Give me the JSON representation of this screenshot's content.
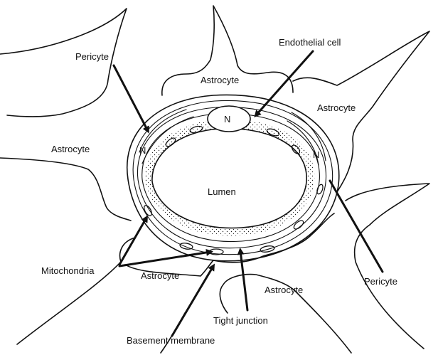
{
  "labels": {
    "pericyte_top": "Pericyte",
    "endothelial_cell": "Endothelial cell",
    "astrocyte_top": "Astrocyte",
    "astrocyte_right": "Astrocyte",
    "astrocyte_left": "Astrocyte",
    "nucleus_center": "N",
    "nucleus_left": "N",
    "nucleus_right": "N",
    "lumen": "Lumen",
    "mitochondria": "Mitochondria",
    "astrocyte_bottom_left": "Astrocyte",
    "astrocyte_bottom_right": "Astrocyte",
    "pericyte_right": "Pericyte",
    "tight_junction": "Tight junction",
    "basement_membrane": "Basement membrane"
  }
}
